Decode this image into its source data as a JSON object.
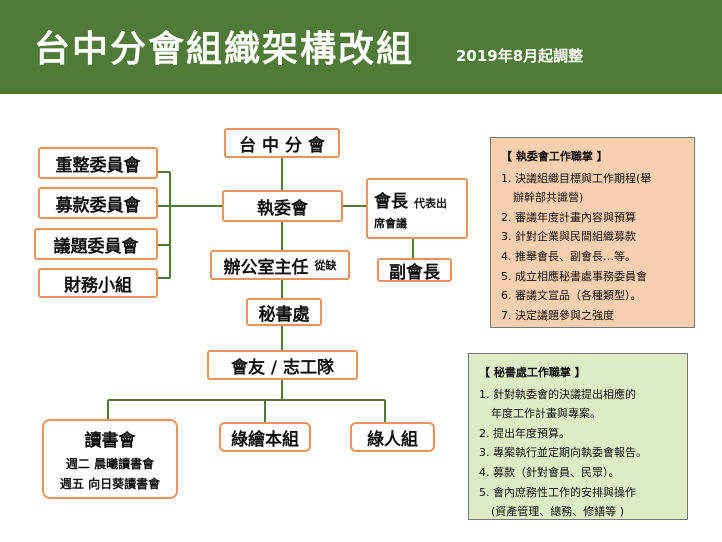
{
  "header": {
    "title": "台中分會組織架構改組",
    "date": "2019年8月起調整"
  },
  "org": {
    "root": "台 中 分 會",
    "exec": "執委會",
    "committees": [
      "重整委員會",
      "募款委員會",
      "議題委員會",
      "財務小組"
    ],
    "president_label": "會長",
    "president_note_1": "代表出",
    "president_note_2": "席會議",
    "vice_president": "副會長",
    "office_director": "辦公室主任",
    "office_note": "從缺",
    "secretariat": "秘書處",
    "volunteers": "會友 / 志工隊",
    "book_club": {
      "name": "讀書會",
      "lines": [
        "週二 晨曦讀書會",
        "週五 向日葵讀書會"
      ]
    },
    "teams": [
      "綠繪本組",
      "綠人組"
    ]
  },
  "panels": {
    "exec_duties": {
      "title": "【 執委會工作職掌 】",
      "items": [
        "1. 決議組織目標與工作期程(舉",
        "辦幹部共識營)",
        "2. 審議年度計畫內容與預算",
        "3. 針對企業與民間組織募款",
        "4. 推舉會長、副會長…等。",
        "5. 成立相應秘書處事務委員會",
        "6. 審議文宣品（各種類型）。",
        "7. 決定議題參與之強度"
      ]
    },
    "secretariat_duties": {
      "title": "【 秘書處工作職掌 】",
      "items": [
        "1. 針對執委會的決議提出相應的",
        "年度工作計畫與專案。",
        "2. 提出年度預算。",
        "3. 專案執行並定期向執委會報告。",
        "4. 募款（針對會員、民眾）。",
        "5. 會內庶務性工作的安排與操作",
        "(資產管理、總務、修繕等 )"
      ]
    }
  }
}
